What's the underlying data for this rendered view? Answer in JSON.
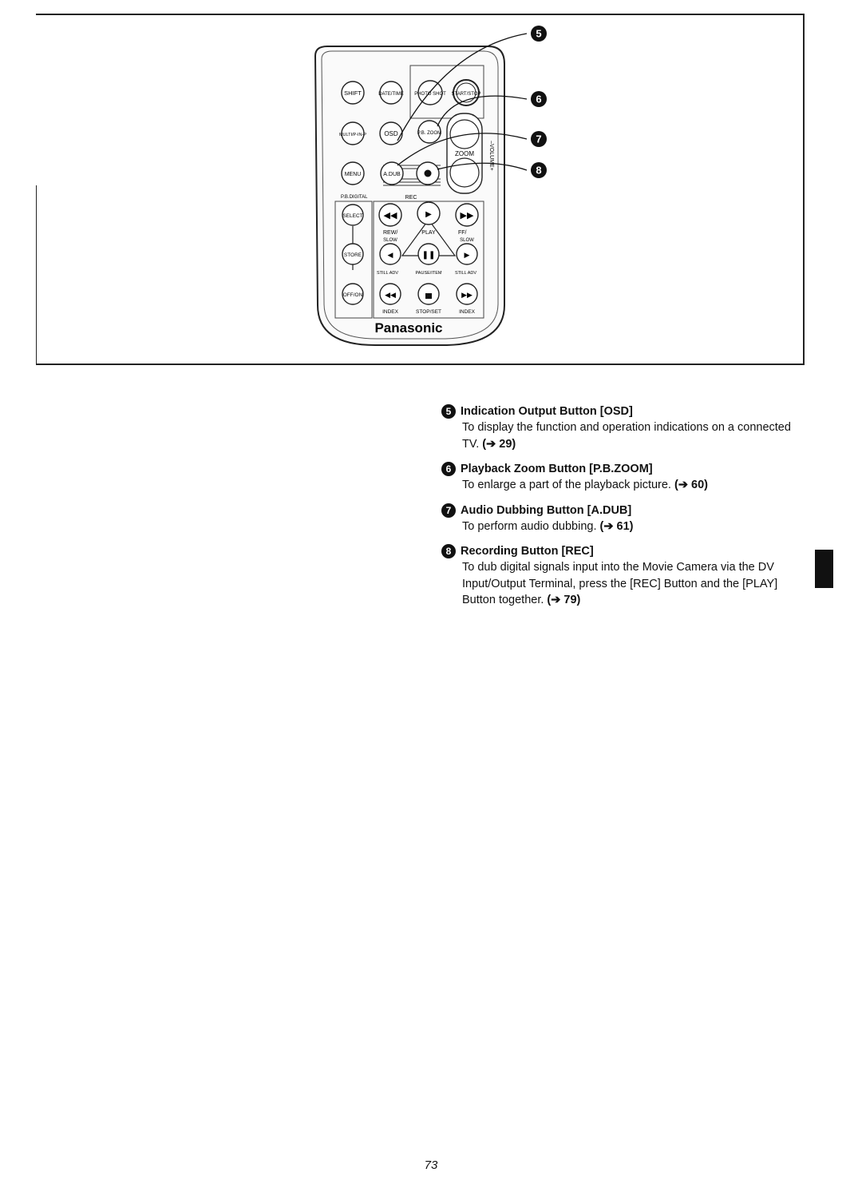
{
  "illustration": {
    "brand": "Panasonic",
    "callouts": [
      "5",
      "6",
      "7",
      "8"
    ],
    "buttons": {
      "shift": "SHIFT",
      "date_time": "DATE/TIME",
      "photo_shot": "PHOTO SHOT",
      "start_stop": "START/STOP",
      "multi_p_in_p": "MULTI/P-IN-P",
      "osd": "OSD",
      "pb_zoom": "P.B. ZOOM",
      "zoom": "ZOOM",
      "volume": "–VOLUME+",
      "menu": "MENU",
      "a_dub": "A.DUB",
      "pb_digital": "P.B.DIGITAL",
      "rec": "REC",
      "select": "SELECT",
      "rew": "REW/",
      "play": "PLAY",
      "ff": "FF/",
      "slow_left": "SLOW",
      "slow_right": "SLOW",
      "store": "STORE",
      "still_adv_left": "STILL ADV",
      "pause_item": "PAUSE/ITEM",
      "still_adv_right": "STILL ADV",
      "off_on": "OFF/ON",
      "index_left": "INDEX",
      "stop_set": "STOP/SET",
      "index_right": "INDEX"
    }
  },
  "items": [
    {
      "number": "5",
      "title": "Indication Output Button [OSD]",
      "description": "To display the function and operation indications on a connected TV.",
      "ref": "(➔ 29)"
    },
    {
      "number": "6",
      "title": "Playback Zoom Button [P.B.ZOOM]",
      "description": "To enlarge a part of the playback picture.",
      "ref": "(➔ 60)"
    },
    {
      "number": "7",
      "title": "Audio Dubbing Button [A.DUB]",
      "description": "To perform audio dubbing.",
      "ref": "(➔ 61)"
    },
    {
      "number": "8",
      "title": "Recording Button [REC]",
      "description": "To dub digital signals input into the Movie Camera via the DV Input/Output Terminal, press the [REC] Button and the [PLAY] Button together.",
      "ref": "(➔ 79)"
    }
  ],
  "page_number": "73"
}
